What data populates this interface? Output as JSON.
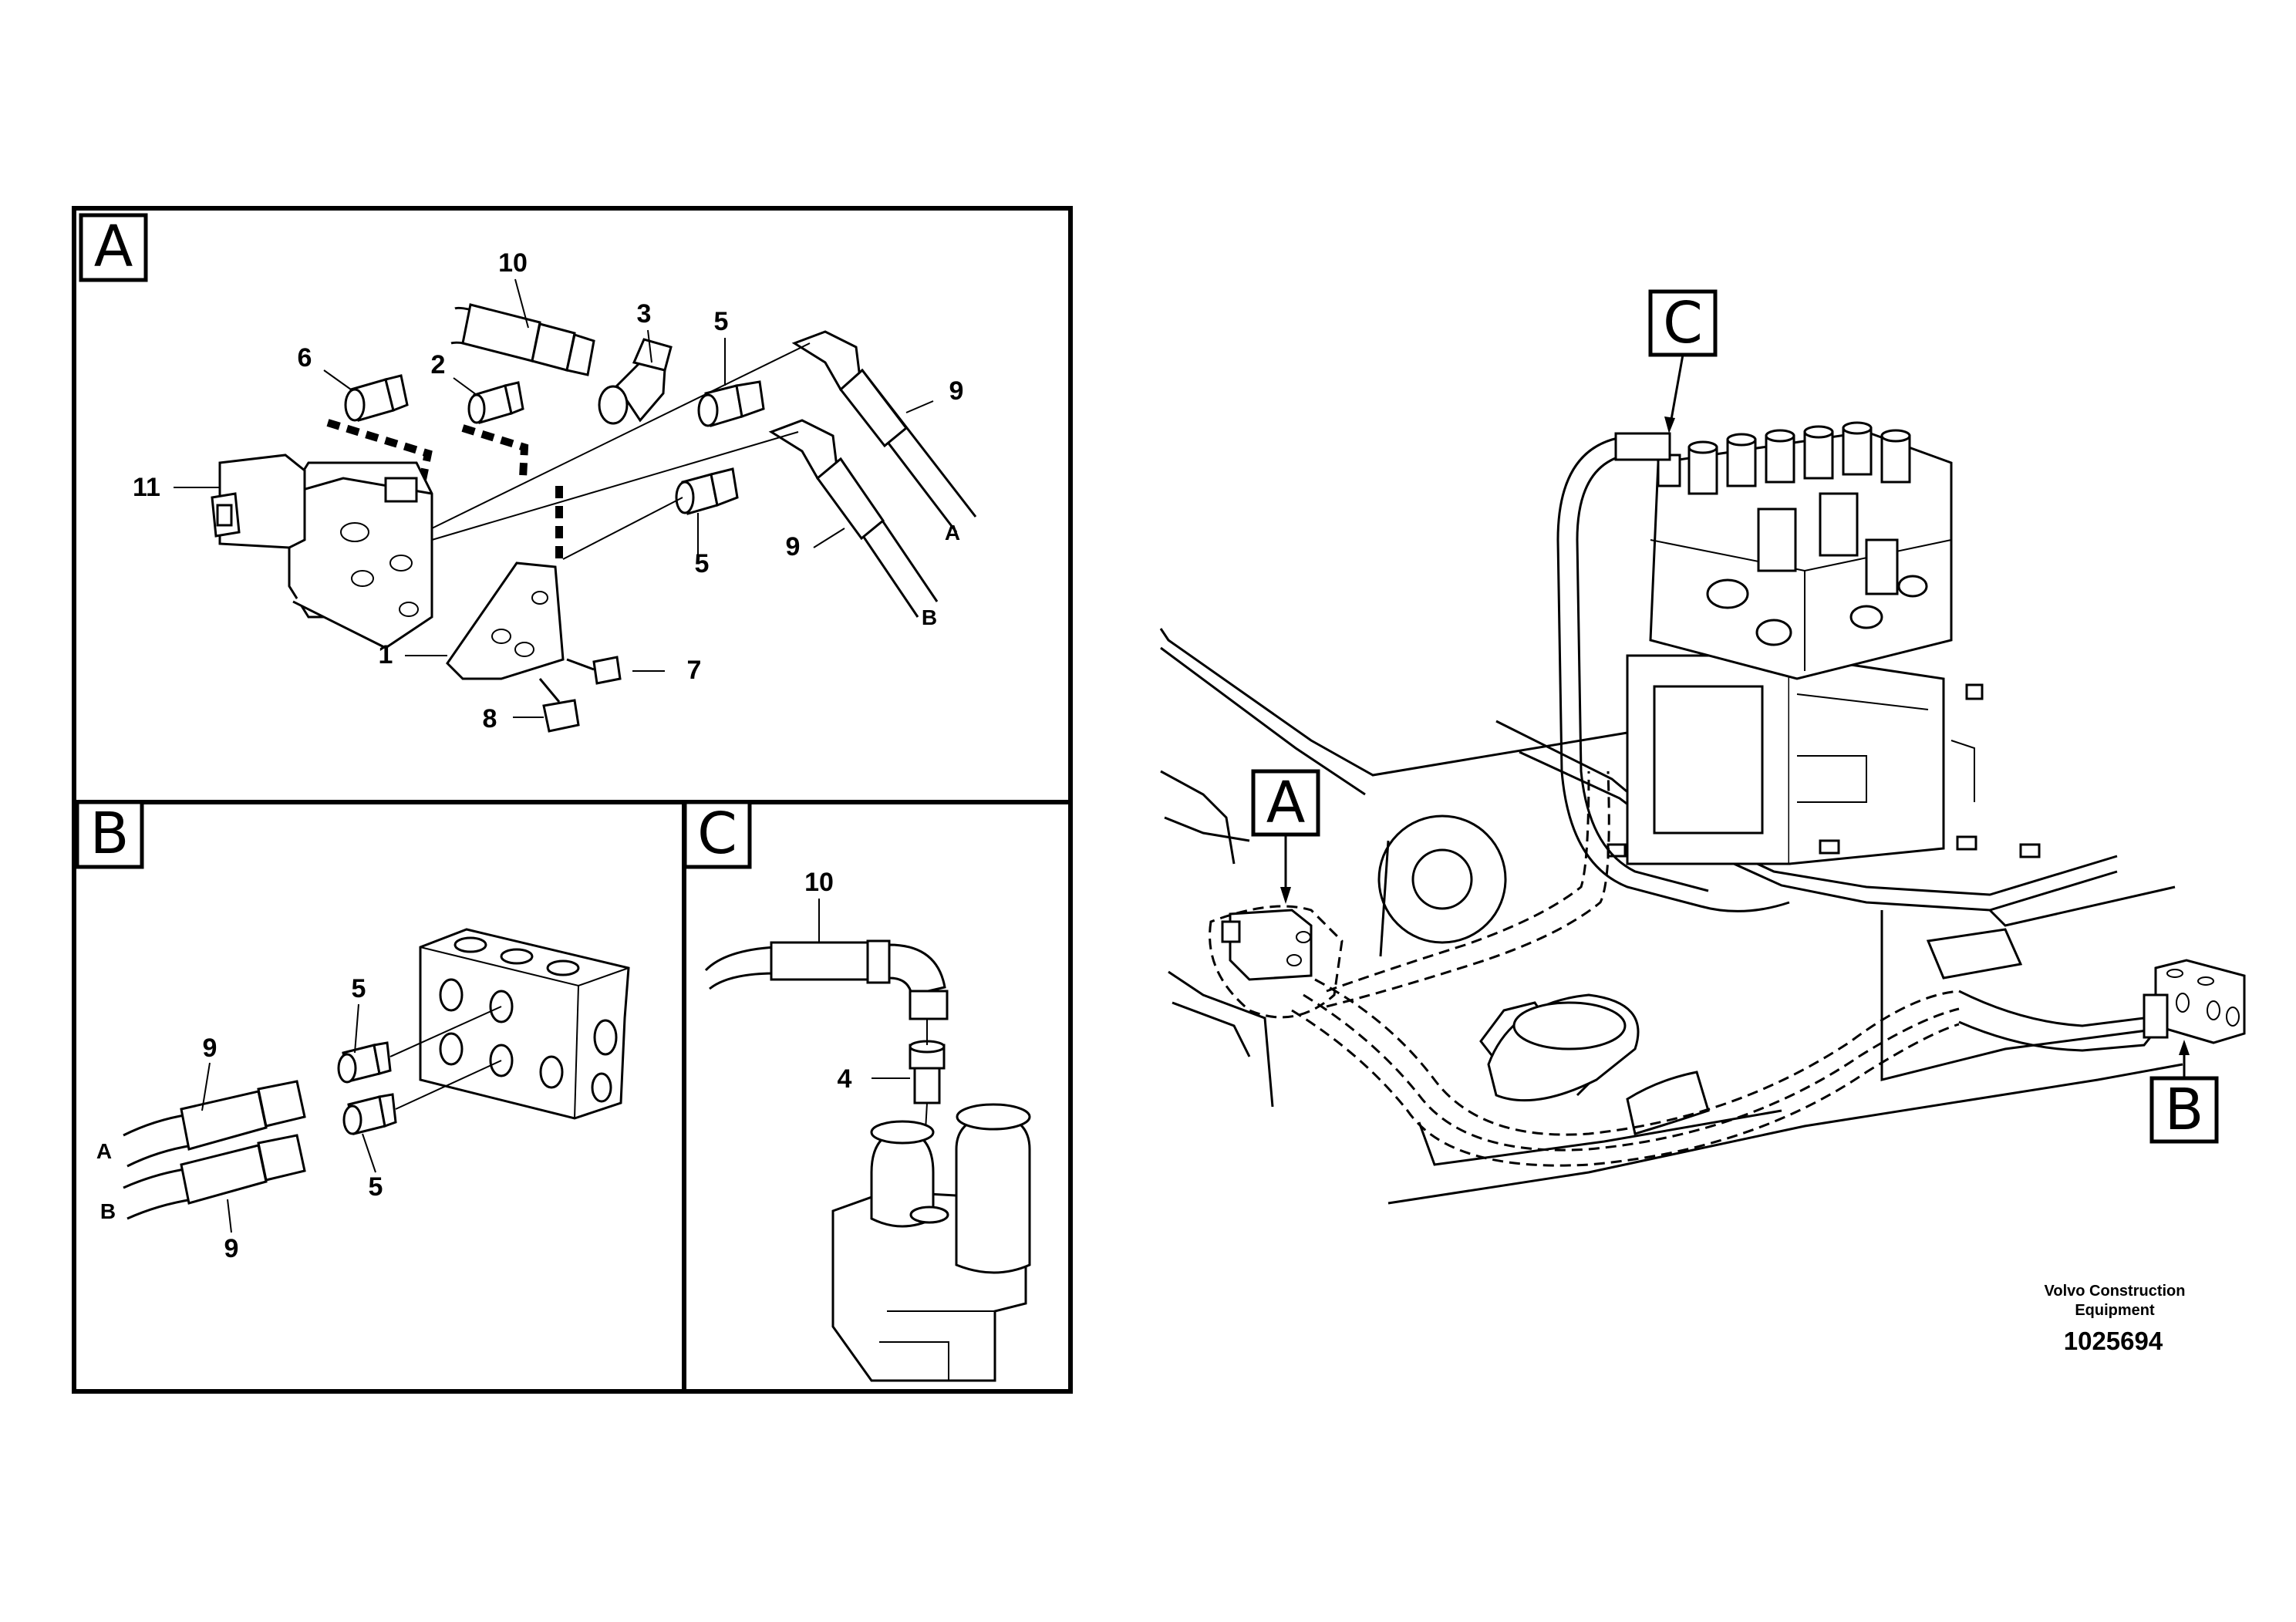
{
  "detail_a": {
    "label": "A",
    "callouts": {
      "c10": "10",
      "c3": "3",
      "c5a": "5",
      "c6": "6",
      "c2": "2",
      "c9a": "9",
      "c11": "11",
      "c5b": "5",
      "c9b": "9",
      "c1": "1",
      "c7": "7",
      "c8": "8"
    },
    "hose_ends": {
      "a": "A",
      "b": "B"
    }
  },
  "detail_b": {
    "label": "B",
    "callouts": {
      "c5a": "5",
      "c9a": "9",
      "c5b": "5",
      "c9b": "9"
    },
    "hose_ends": {
      "a": "A",
      "b": "B"
    }
  },
  "detail_c": {
    "label": "C",
    "callouts": {
      "c10": "10",
      "c4": "4"
    }
  },
  "overview": {
    "label_a": "A",
    "label_b": "B",
    "label_c": "C"
  },
  "footer": {
    "company_line1": "Volvo Construction",
    "company_line2": "Equipment",
    "doc_number": "1025694"
  }
}
